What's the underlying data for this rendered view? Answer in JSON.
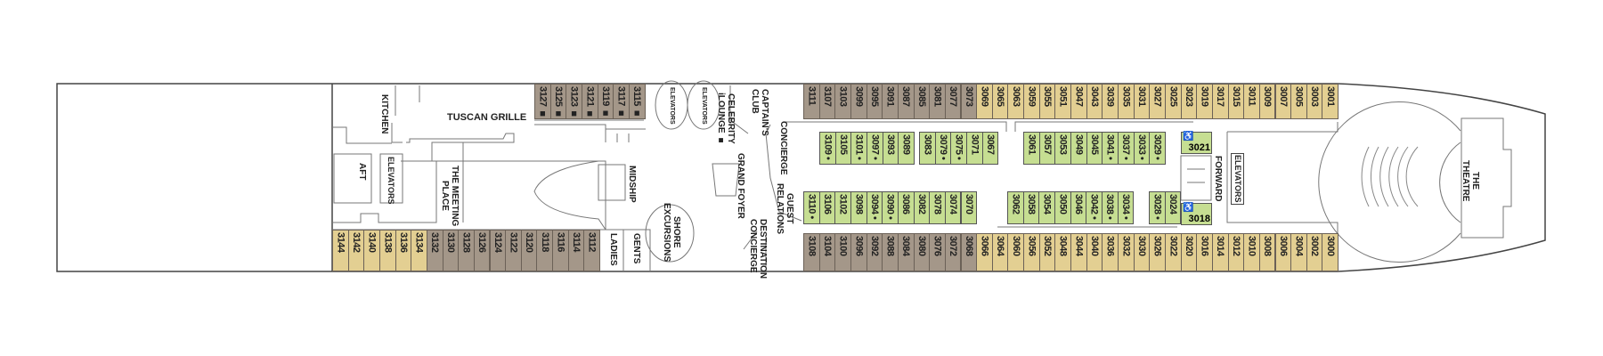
{
  "colors": {
    "balcony_deluxe": "#a49789",
    "veranda": "#e3cf92",
    "interior": "#c6de92",
    "outline": "#444444"
  },
  "cabins": {
    "top_outer": {
      "brown": [
        "3111",
        "3107",
        "3103",
        "3099",
        "3095",
        "3091",
        "3087",
        "3085",
        "3081",
        "3077",
        "3073"
      ],
      "tan": [
        "3069",
        "3065",
        "3063",
        "3059",
        "3055",
        "3051",
        "3047",
        "3043",
        "3039",
        "3035",
        "3031",
        "3027",
        "3025",
        "3023",
        "3019",
        "3017",
        "3015",
        "3011",
        "3009",
        "3007",
        "3005",
        "3003",
        "3001"
      ]
    },
    "bottom_outer": {
      "brown": [
        "3108",
        "3104",
        "3100",
        "3096",
        "3092",
        "3088",
        "3084",
        "3080",
        "3076",
        "3072",
        "3068"
      ],
      "tan": [
        "3066",
        "3064",
        "3060",
        "3056",
        "3052",
        "3048",
        "3044",
        "3040",
        "3036",
        "3032",
        "3030",
        "3026",
        "3022",
        "3020",
        "3016",
        "3014",
        "3012",
        "3010",
        "3008",
        "3006",
        "3004",
        "3002",
        "3000"
      ]
    },
    "aft_top_brown": [
      "3127 ■",
      "3125 ■",
      "3123 ■",
      "3121 ■",
      "3119 ■",
      "3117 ■",
      "3115 ■"
    ],
    "aft_bottom": {
      "tan": [
        "3144",
        "3142",
        "3140",
        "3138",
        "3136",
        "3134"
      ],
      "brown": [
        "3132",
        "3130",
        "3128",
        "3126",
        "3124",
        "3122",
        "3120",
        "3118",
        "3116",
        "3114",
        "3112"
      ]
    },
    "inner_top": [
      [
        "3109 •",
        "3105",
        "3101 •",
        "3097 •",
        "3093",
        "3089"
      ],
      [
        "3083",
        "3079 •",
        "3075 •",
        "3071",
        "3067"
      ],
      [
        "3061",
        "3057",
        "3053",
        "3049",
        "3045",
        "3041 •",
        "3037 •",
        "3033 •",
        "3029 •"
      ]
    ],
    "inner_bottom": [
      [
        "3110 •",
        "3106",
        "3102",
        "3098",
        "3094 •",
        "3090 •",
        "3086",
        "3082",
        "3078",
        "3074",
        "3070"
      ],
      [
        "3062",
        "3058",
        "3054",
        "3050",
        "3046",
        "3042 •",
        "3038 •",
        "3034 •"
      ],
      [
        "3028 •",
        "3024"
      ]
    ],
    "accessible": [
      "3021",
      "3018"
    ],
    "accessible_icon": "wheelchair-icon"
  },
  "labels": {
    "kitchen": "KITCHEN",
    "tuscan_grille": "TUSCAN GRILLE",
    "elevators": "ELEVATORS",
    "aft": "AFT",
    "meeting_place": "THE MEETING\nPLACE",
    "midship": "MIDSHIP",
    "celebrity_ilounge": "CELEBRITY\niLOUNGE ■",
    "captains_club": "CAPTAIN'S\nCLUB",
    "grand_foyer": "GRAND FOYER",
    "concierge": "CONCIERGE",
    "guest_relations": "GUEST\nRELATIONS",
    "destination_concierge": "DESTINATION\nCONCIERGE",
    "shore_excursions": "SHORE\nEXCURSIONS",
    "ladies": "LADIES",
    "gents": "GENTS",
    "forward": "FORWARD",
    "theatre": "THE\nTHEATRE"
  }
}
